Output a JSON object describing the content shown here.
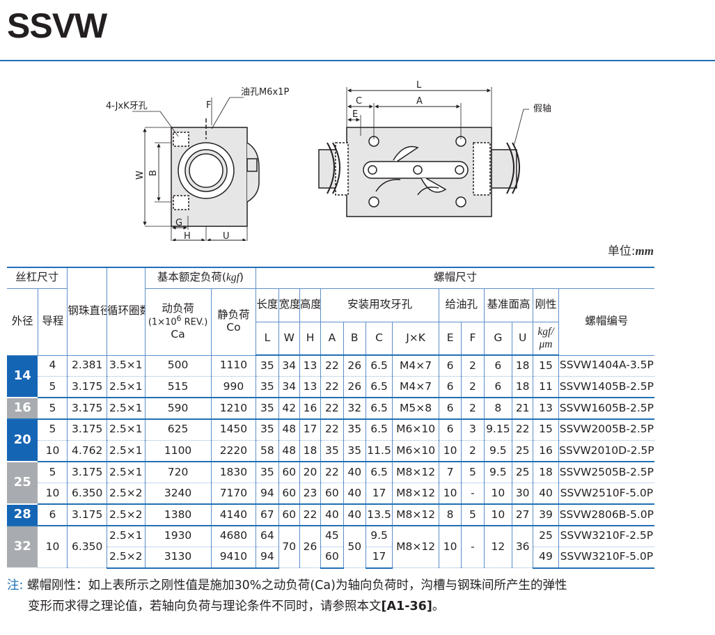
{
  "title": "SSVW",
  "drawing_labels": {
    "thread_hole": "4-JxK牙孔",
    "oil_hole": "油孔M6x1P",
    "dummy_shaft": "假轴",
    "W": "W",
    "B": "B",
    "G": "G",
    "H": "H",
    "U": "U",
    "F": "F",
    "L": "L",
    "C": "C",
    "A": "A",
    "E": "E"
  },
  "unit": {
    "label": "单位:",
    "value": "mm"
  },
  "header": {
    "screw": "丝杠尺寸",
    "od": "外径",
    "lead": "导程",
    "ball": "钢珠直径",
    "circuit": "循环圈数圈×列",
    "load": "基本额定负荷(",
    "load_unit": "kgf",
    "load_end": ")",
    "dyn": "动负荷",
    "dyn_sub_pre": "(1×10",
    "dyn_sub_exp": "6",
    "dyn_sub_post": " REV.)",
    "dyn_ca": "Ca",
    "sta": "静负荷",
    "sta_co": "Co",
    "nut": "螺帽尺寸",
    "len": "长度",
    "wid": "宽度",
    "hei": "高度",
    "mount": "安装用攻牙孔",
    "oil": "给油孔",
    "ref": "基准面高",
    "stiff": "刚性",
    "part": "螺帽编号",
    "L": "L",
    "W": "W",
    "H": "H",
    "A": "A",
    "B": "B",
    "C": "C",
    "JK": "J×K",
    "E": "E",
    "F": "F",
    "G": "G",
    "U": "U",
    "stiff_unit_a": "kgf/",
    "stiff_unit_b": "μm"
  },
  "rows": [
    [
      "4",
      "2.381",
      "3.5×1",
      "500",
      "1110",
      "35",
      "34",
      "13",
      "22",
      "26",
      "6.5",
      "M4×7",
      "6",
      "2",
      "6",
      "18",
      "15",
      "SSVW1404A-3.5P"
    ],
    [
      "5",
      "3.175",
      "2.5×1",
      "515",
      "990",
      "35",
      "34",
      "13",
      "22",
      "26",
      "6.5",
      "M4×7",
      "6",
      "2",
      "6",
      "18",
      "11",
      "SSVW1405B-2.5P"
    ],
    [
      "5",
      "3.175",
      "2.5×1",
      "590",
      "1210",
      "35",
      "42",
      "16",
      "22",
      "32",
      "6.5",
      "M5×8",
      "6",
      "2",
      "8",
      "21",
      "13",
      "SSVW1605B-2.5P"
    ],
    [
      "5",
      "3.175",
      "2.5×1",
      "625",
      "1450",
      "35",
      "48",
      "17",
      "22",
      "35",
      "6.5",
      "M6×10",
      "6",
      "3",
      "9.15",
      "22",
      "15",
      "SSVW2005B-2.5P"
    ],
    [
      "10",
      "4.762",
      "2.5×1",
      "1100",
      "2220",
      "58",
      "48",
      "18",
      "35",
      "35",
      "11.5",
      "M6×10",
      "10",
      "2",
      "9.5",
      "25",
      "16",
      "SSVW2010D-2.5P"
    ],
    [
      "5",
      "3.175",
      "2.5×1",
      "720",
      "1830",
      "35",
      "60",
      "20",
      "22",
      "40",
      "6.5",
      "M8×12",
      "7",
      "5",
      "9.5",
      "25",
      "18",
      "SSVW2505B-2.5P"
    ],
    [
      "10",
      "6.350",
      "2.5×2",
      "3240",
      "7170",
      "94",
      "60",
      "23",
      "60",
      "40",
      "17",
      "M8×12",
      "10",
      "-",
      "10",
      "30",
      "40",
      "SSVW2510F-5.0P"
    ],
    [
      "6",
      "3.175",
      "2.5×2",
      "1380",
      "4140",
      "67",
      "60",
      "22",
      "40",
      "40",
      "13.5",
      "M8×12",
      "8",
      "5",
      "10",
      "27",
      "39",
      "SSVW2806B-5.0P"
    ]
  ],
  "od_groups": [
    "14",
    "16",
    "20",
    "25",
    "28",
    "32"
  ],
  "row32": {
    "lead": "10",
    "ball": "6.350",
    "circ": [
      "2.5×1",
      "2.5×2"
    ],
    "ca": [
      "1930",
      "3130"
    ],
    "co": [
      "4680",
      "9410"
    ],
    "L": [
      "64",
      "94"
    ],
    "W": "70",
    "H": "26",
    "A": [
      "45",
      "60"
    ],
    "B": "50",
    "C": [
      "9.5",
      "17"
    ],
    "JK": "M8×12",
    "E": "10",
    "F": "-",
    "G": "12",
    "U": "36",
    "stiff": [
      "25",
      "49"
    ],
    "part": [
      "SSVW3210F-2.5P",
      "SSVW3210F-5.0P"
    ]
  },
  "note": {
    "prefix": "注:",
    "line1": " 螺帽刚性：如上表所示之刚性值是施加30%之动负荷(Ca)为轴向负荷时，沟槽与钢珠间所产生的弹性",
    "line2": "变形而求得之理论值，若轴向负荷与理论条件不同时，请参照本文",
    "ref": "[A1-36]",
    "end": "。"
  }
}
